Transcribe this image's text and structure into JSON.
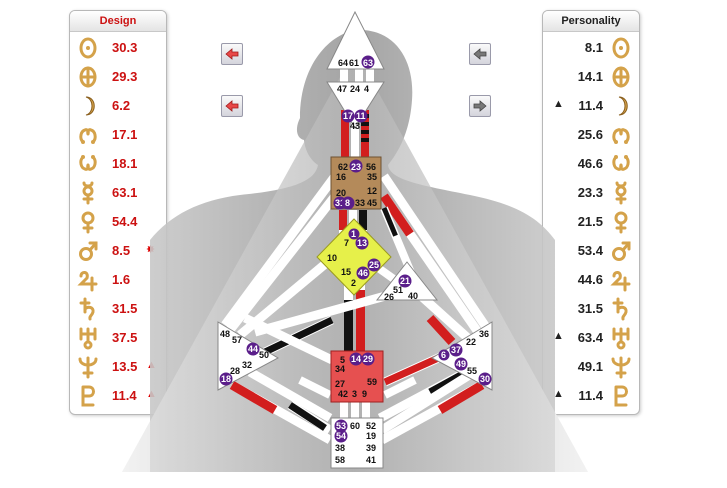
{
  "design": {
    "title": "Design",
    "rows": [
      {
        "planet": "sun",
        "value": "30.3",
        "mark": ""
      },
      {
        "planet": "earth",
        "value": "29.3",
        "mark": ""
      },
      {
        "planet": "moon",
        "value": "6.2",
        "mark": ""
      },
      {
        "planet": "north-node",
        "value": "17.1",
        "mark": ""
      },
      {
        "planet": "south-node",
        "value": "18.1",
        "mark": ""
      },
      {
        "planet": "mercury",
        "value": "63.1",
        "mark": ""
      },
      {
        "planet": "venus",
        "value": "54.4",
        "mark": ""
      },
      {
        "planet": "mars",
        "value": "8.5",
        "mark": "✸"
      },
      {
        "planet": "jupiter",
        "value": "1.6",
        "mark": ""
      },
      {
        "planet": "saturn",
        "value": "31.5",
        "mark": ""
      },
      {
        "planet": "uranus",
        "value": "37.5",
        "mark": ""
      },
      {
        "planet": "neptune",
        "value": "13.5",
        "mark": "▲"
      },
      {
        "planet": "pluto",
        "value": "11.4",
        "mark": "▲"
      }
    ]
  },
  "personality": {
    "title": "Personality",
    "rows": [
      {
        "planet": "sun",
        "value": "8.1",
        "mark": ""
      },
      {
        "planet": "earth",
        "value": "14.1",
        "mark": ""
      },
      {
        "planet": "moon",
        "value": "11.4",
        "mark": "▲"
      },
      {
        "planet": "north-node",
        "value": "25.6",
        "mark": ""
      },
      {
        "planet": "south-node",
        "value": "46.6",
        "mark": ""
      },
      {
        "planet": "mercury",
        "value": "23.3",
        "mark": ""
      },
      {
        "planet": "venus",
        "value": "21.5",
        "mark": ""
      },
      {
        "planet": "mars",
        "value": "53.4",
        "mark": ""
      },
      {
        "planet": "jupiter",
        "value": "44.6",
        "mark": ""
      },
      {
        "planet": "saturn",
        "value": "31.5",
        "mark": ""
      },
      {
        "planet": "uranus",
        "value": "63.4",
        "mark": "▲"
      },
      {
        "planet": "neptune",
        "value": "49.1",
        "mark": ""
      },
      {
        "planet": "pluto",
        "value": "11.4",
        "mark": "▲"
      }
    ]
  },
  "nav": {
    "design_prev": "red-left-arrow-icon",
    "design_next": "red-left-arrow-icon",
    "personality_prev": "gray-left-arrow-icon",
    "personality_next": "gray-right-arrow-icon"
  },
  "colors": {
    "design": "#cc1111",
    "personality": "#222222",
    "glyph": "#d4a24a",
    "activated": "#5a1e8a",
    "head": "#ffffff",
    "ajna": "#ffffff",
    "throat": "#b48a5a",
    "g_center": "#e6f04a",
    "ego": "#ffffff",
    "spleen": "#ffffff",
    "sacral": "#e65050",
    "solar_plexus": "#ffffff",
    "root": "#ffffff"
  },
  "gates": {
    "g64": "64",
    "g61": "61",
    "g63": "63",
    "g47": "47",
    "g24": "24",
    "g4": "4",
    "g17": "17",
    "g11": "11",
    "g43": "43",
    "g62": "62",
    "g23": "23",
    "g56": "56",
    "g16": "16",
    "g35": "35",
    "g20": "20",
    "g12": "12",
    "g31": "31",
    "g8": "8",
    "g33": "33",
    "g45": "45",
    "g1": "1",
    "g7": "7",
    "g13": "13",
    "g10": "10",
    "g25": "25",
    "g15": "15",
    "g46": "46",
    "g2": "2",
    "g21": "21",
    "g51": "51",
    "g26": "26",
    "g40": "40",
    "g48": "48",
    "g57": "57",
    "g44": "44",
    "g50": "50",
    "g32": "32",
    "g28": "28",
    "g18": "18",
    "g36": "36",
    "g22": "22",
    "g6": "6",
    "g37": "37",
    "g49": "49",
    "g55": "55",
    "g30": "30",
    "g5": "5",
    "g14": "14",
    "g29": "29",
    "g34": "34",
    "g27": "27",
    "g59": "59",
    "g42": "42",
    "g3": "3",
    "g9": "9",
    "g53": "53",
    "g60": "60",
    "g52": "52",
    "g54": "54",
    "g19": "19",
    "g38": "38",
    "g39": "39",
    "g58": "58",
    "g41": "41"
  }
}
